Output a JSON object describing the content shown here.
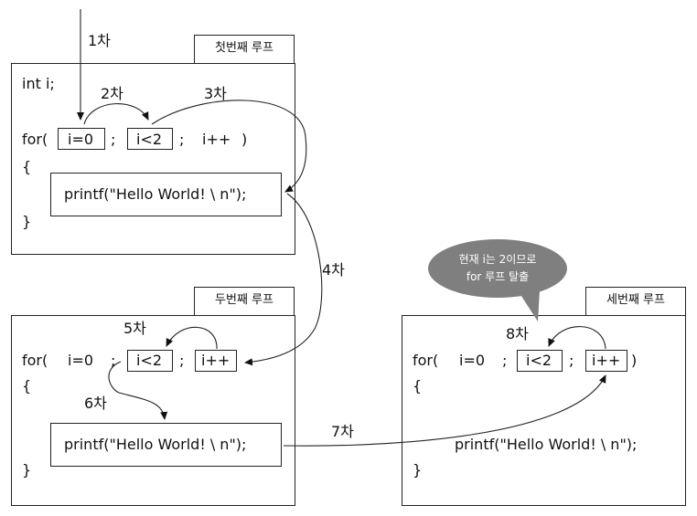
{
  "panels": {
    "first": {
      "tab_label": "첫번째 루프",
      "decl": "int i;",
      "for_open": "for(",
      "init": "i=0",
      "semi1": ";",
      "cond": "i<2",
      "semi2": ";",
      "incr": "i++",
      "for_close": ")",
      "brace_open": "{",
      "body": "printf(\"Hello World!  \\ n\");",
      "brace_close": "}"
    },
    "second": {
      "tab_label": "두번째 루프",
      "for_open": "for(",
      "init": "i=0",
      "semi1": ";",
      "cond": "i<2",
      "semi2": ";",
      "incr": "i++",
      "brace_open": "{",
      "body": "printf(\"Hello World!  \\ n\");",
      "brace_close": "}"
    },
    "third": {
      "tab_label": "세번째 루프",
      "for_open": "for(",
      "init": "i=0",
      "semi1": ";",
      "cond": "i<2",
      "semi2": ";",
      "incr": "i++",
      "for_close": ")",
      "brace_open": "{",
      "body": "printf(\"Hello World!  \\ n\");",
      "brace_close": "}"
    }
  },
  "steps": {
    "s1": "1차",
    "s2": "2차",
    "s3": "3차",
    "s4": "4차",
    "s5": "5차",
    "s6": "6차",
    "s7": "7차",
    "s8": "8차"
  },
  "callout": {
    "line1": "현재 i는 2이므로",
    "line2": "for 루프 탈출"
  }
}
